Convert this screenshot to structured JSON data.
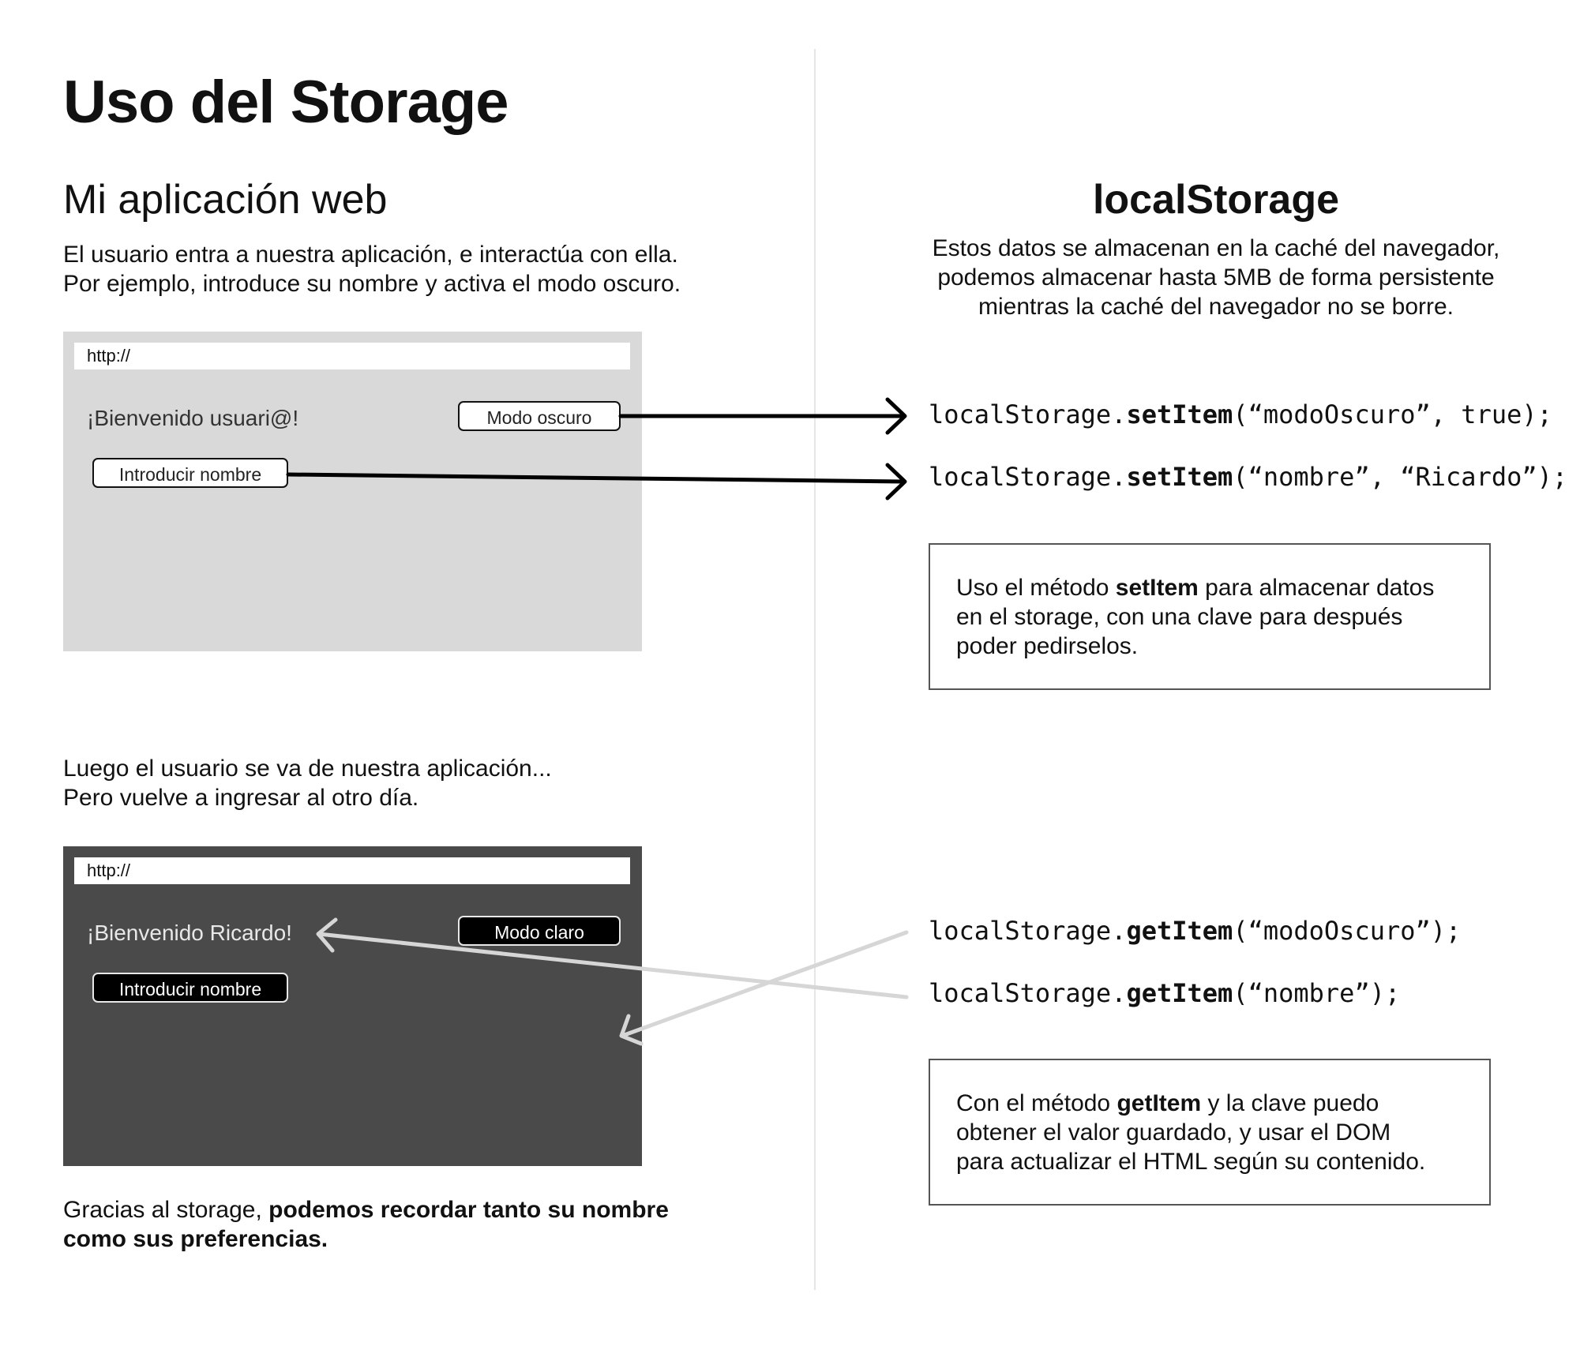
{
  "title": "Uso del Storage",
  "left": {
    "heading": "Mi aplicación web",
    "intro_lines": [
      "El usuario entra a nuestra aplicación, e interactúa con ella.",
      "Por ejemplo, introduce su nombre y activa el modo oscuro."
    ],
    "browser_before": {
      "url": "http://",
      "welcome": "¡Bienvenido usuari@!",
      "mode_button": "Modo oscuro",
      "name_button": "Introducir nombre"
    },
    "later_lines": [
      "Luego el usuario se va de nuestra aplicación...",
      "Pero vuelve a ingresar al otro día."
    ],
    "browser_after": {
      "url": "http://",
      "welcome": "¡Bienvenido Ricardo!",
      "mode_button": "Modo claro",
      "name_button": "Introducir nombre"
    },
    "final": {
      "prefix": "Gracias al storage, ",
      "bold_1": "podemos recordar tanto su nombre",
      "bold_2": "como sus preferencias."
    }
  },
  "right": {
    "heading": "localStorage",
    "desc_lines": [
      "Estos datos se almacenan en la caché del navegador,",
      "podemos almacenar hasta 5MB de forma persistente",
      "mientras la caché del navegador no se borre."
    ],
    "code": {
      "object": "localStorage.",
      "set_method": "setItem",
      "get_method": "getItem",
      "set_dark_args": "(“modoOscuro”, true);",
      "set_name_args": "(“nombre”, “Ricardo”);",
      "get_dark_args": "(“modoOscuro”);",
      "get_name_args": "(“nombre”);"
    },
    "note_set": {
      "line1_prefix": "Uso el método ",
      "line1_bold": "setItem",
      "line1_suffix": " para almacenar datos",
      "line2": "en el storage, con una clave para después",
      "line3": "poder pedirselos."
    },
    "note_get": {
      "line1_prefix": "Con el método ",
      "line1_bold": "getItem",
      "line1_suffix": " y la clave puedo",
      "line2": "obtener el valor guardado, y usar el DOM",
      "line3": "para actualizar el HTML según su contenido."
    }
  },
  "colors": {
    "light_browser": "#d9d9d9",
    "dark_browser": "#4a4a4a",
    "set_arrow": "#000000",
    "get_arrow": "#d6d6d6"
  }
}
